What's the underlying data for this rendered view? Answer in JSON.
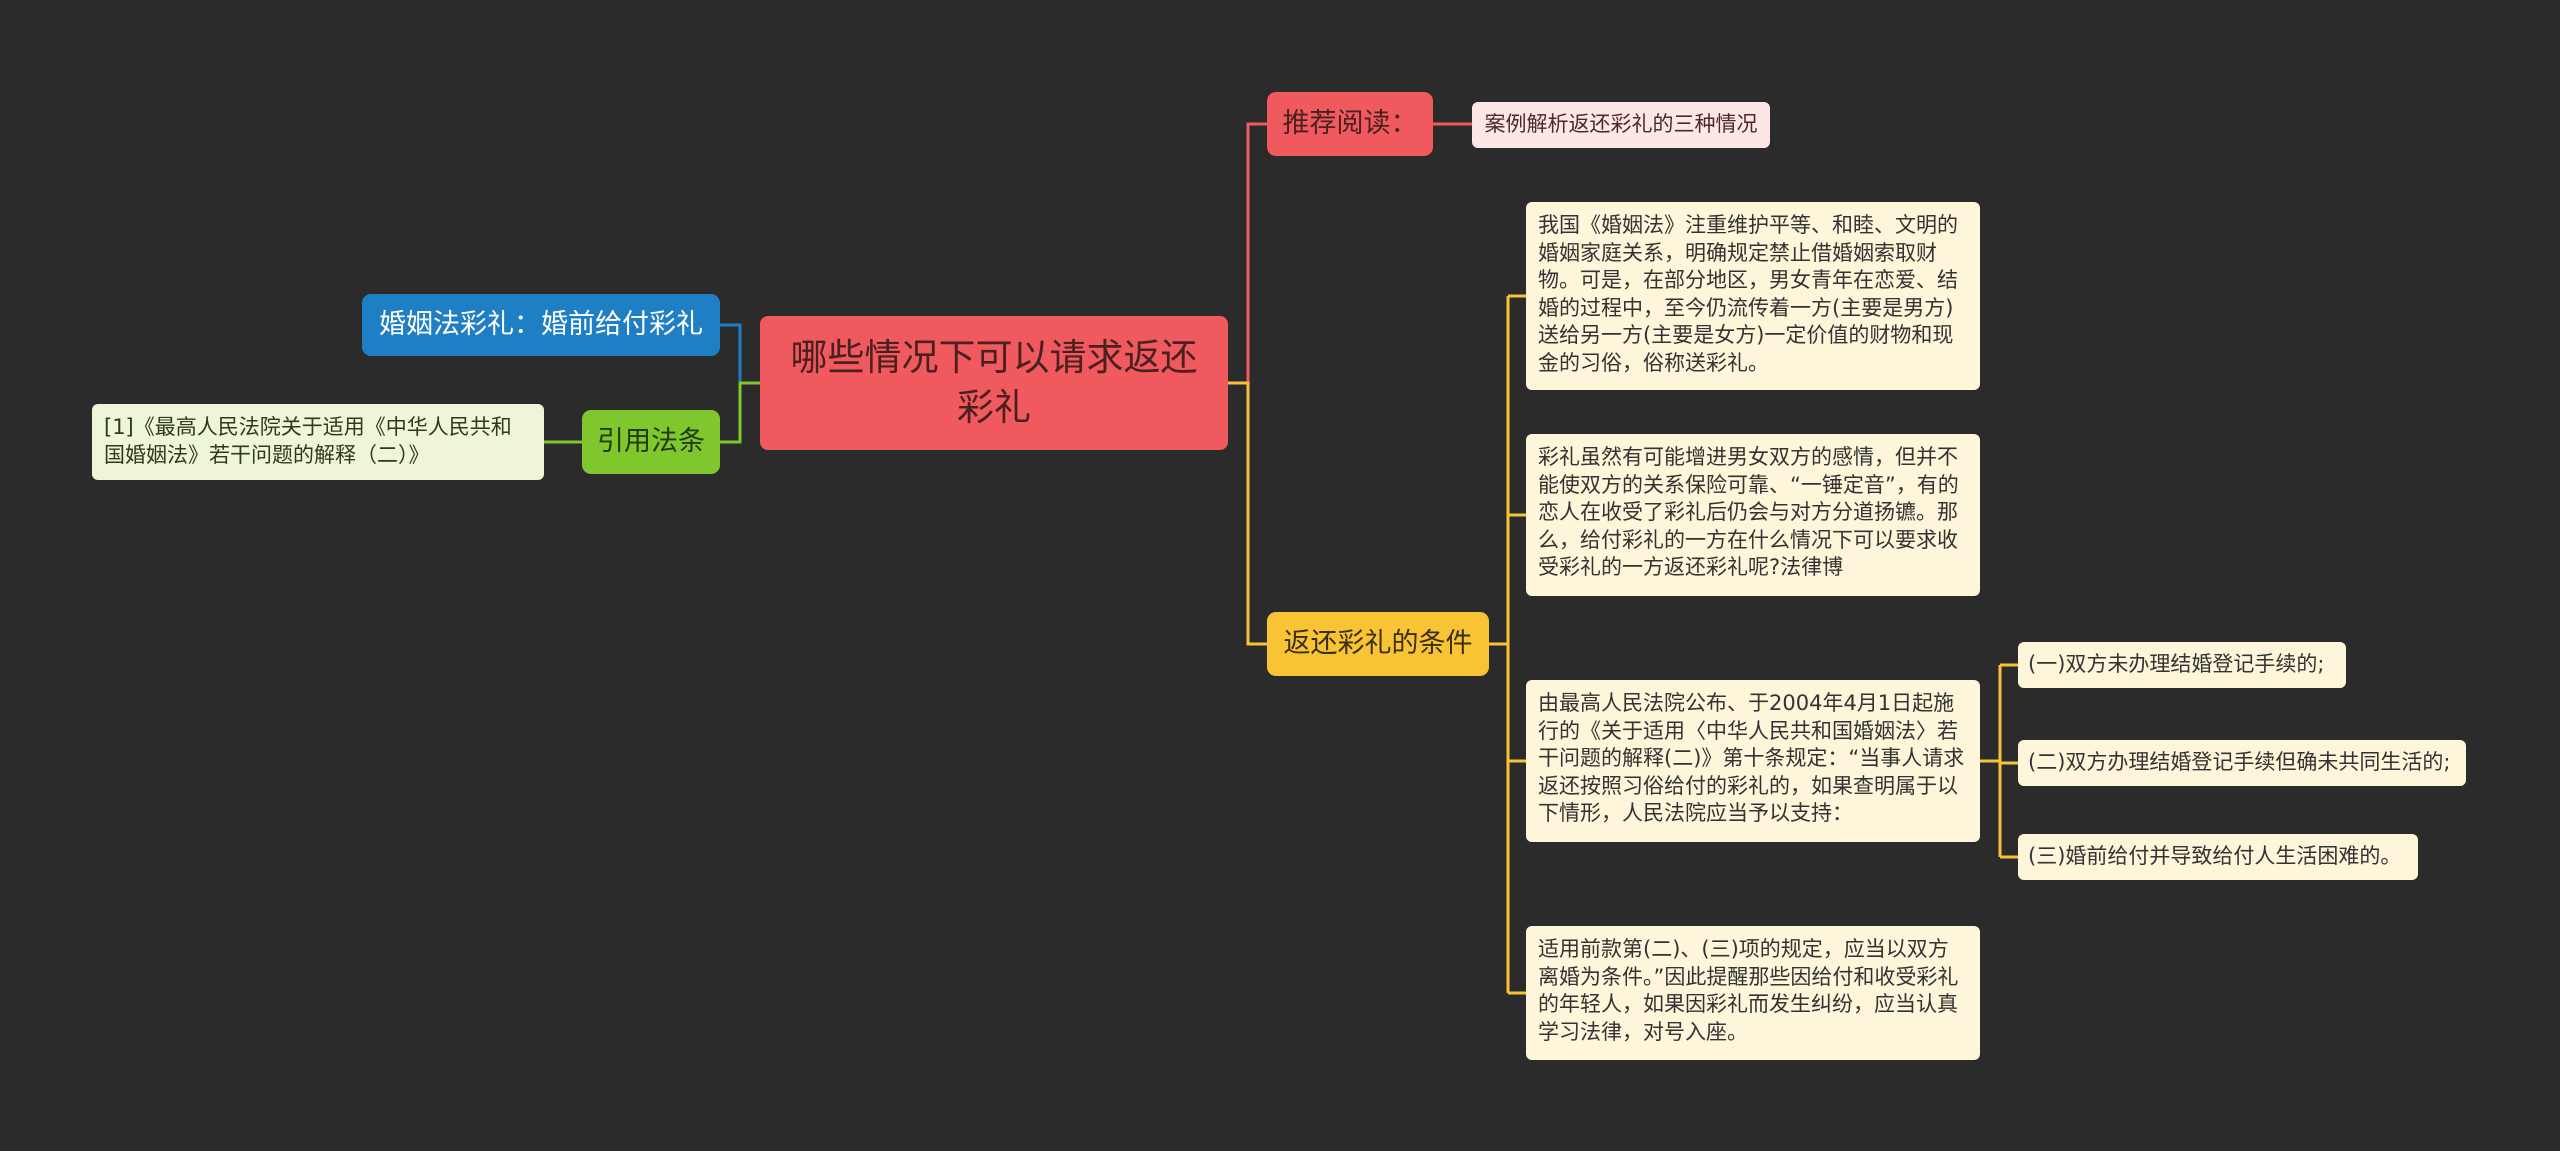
{
  "root": {
    "title": "哪些情况下可以请求返还彩礼"
  },
  "right": {
    "recommend": {
      "label": "推荐阅读：",
      "article": "案例解析返还彩礼的三种情况"
    },
    "conditions": {
      "label": "返还彩礼的条件",
      "texts": [
        "我国《婚姻法》注重维护平等、和睦、文明的婚姻家庭关系，明确规定禁止借婚姻索取财物。可是，在部分地区，男女青年在恋爱、结婚的过程中，至今仍流传着一方(主要是男方)送给另一方(主要是女方)一定价值的财物和现金的习俗，俗称送彩礼。",
        "彩礼虽然有可能增进男女双方的感情，但并不能使双方的关系保险可靠、“一锤定音”，有的恋人在收受了彩礼后仍会与对方分道扬镳。那么，给付彩礼的一方在什么情况下可以要求收受彩礼的一方返还彩礼呢?法律博",
        "由最高人民法院公布、于2004年4月1日起施行的《关于适用〈中华人民共和国婚姻法〉若干问题的解释(二)》第十条规定：“当事人请求返还按照习俗给付的彩礼的，如果查明属于以下情形，人民法院应当予以支持：",
        "适用前款第(二)、(三)项的规定，应当以双方离婚为条件。”因此提醒那些因给付和收受彩礼的年轻人，如果因彩礼而发生纠纷，应当认真学习法律，对号入座。"
      ],
      "situations": [
        "(一)双方未办理结婚登记手续的;",
        "(二)双方办理结婚登记手续但确未共同生活的;",
        "(三)婚前给付并导致给付人生活困难的。"
      ]
    }
  },
  "left": {
    "law": {
      "label": "婚姻法彩礼：婚前给付彩礼"
    },
    "cite": {
      "label": "引用法条",
      "ref": "[1]《最高人民法院关于适用《中华人民共和国婚姻法》若干问题的解释（二）》"
    }
  },
  "colors": {
    "background": "#2b2b2b",
    "red": "#f05a5e",
    "yellow": "#f8c335",
    "blue": "#1f7fc5",
    "green": "#7fc72c",
    "note": "#fdf6da"
  }
}
